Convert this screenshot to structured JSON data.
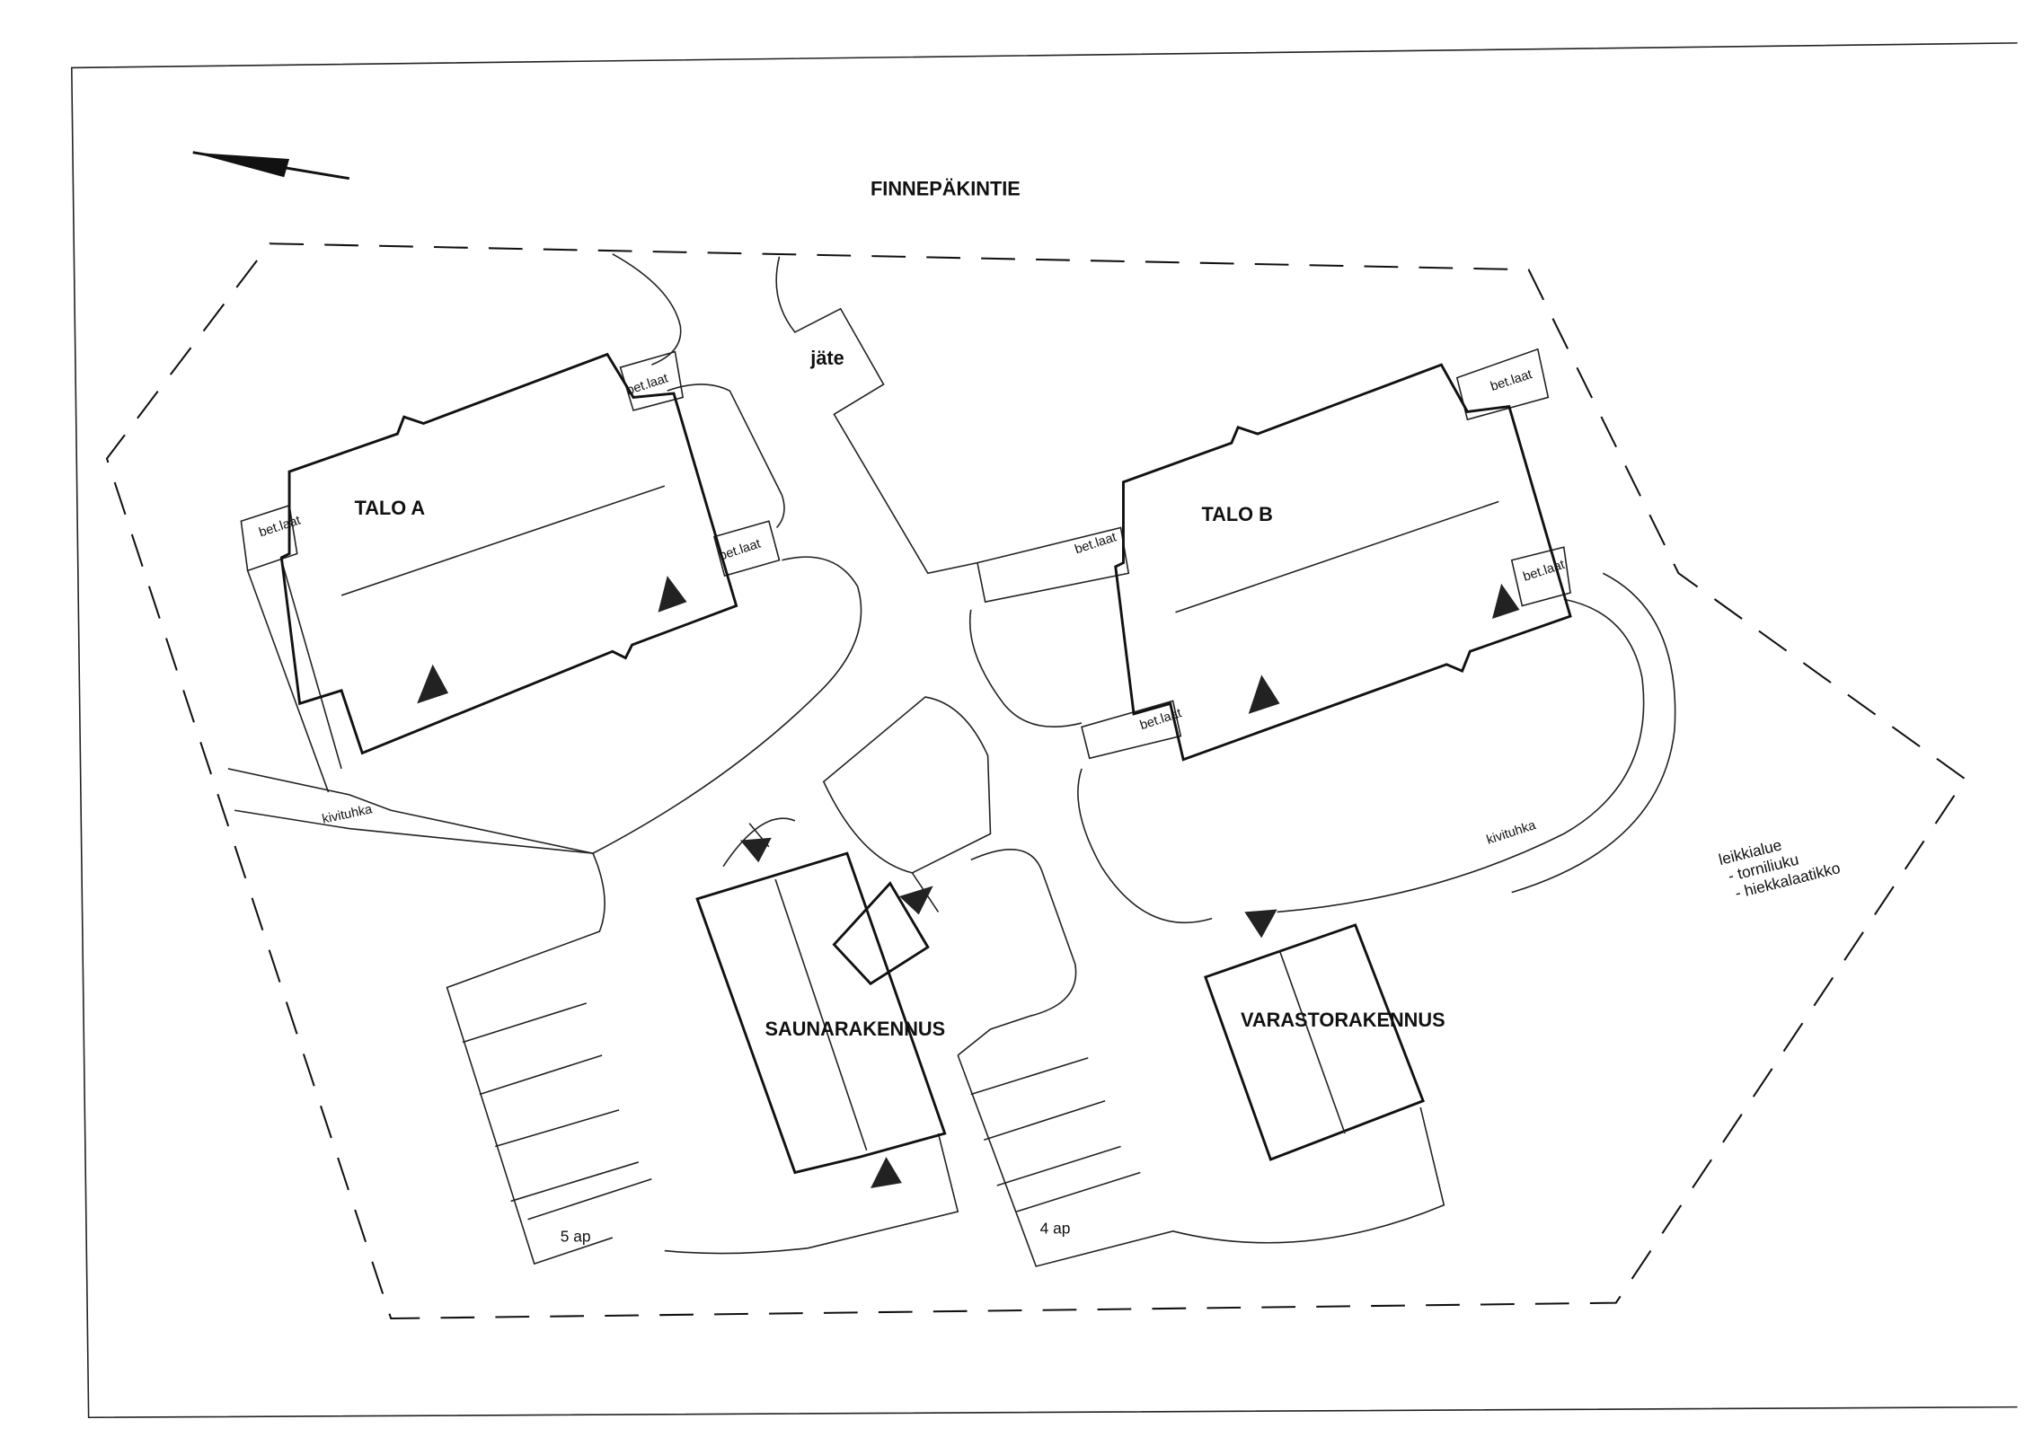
{
  "road_name": "FINNEPÄKINTIE",
  "buildings": {
    "talo_a": "TALO A",
    "talo_b": "TALO B",
    "sauna": "SAUNARAKENNUS",
    "varasto": "VARASTORAKENNUS"
  },
  "waste": "jäte",
  "paving_label": "bet.laat",
  "gravel_label": "kivituhka",
  "parking": {
    "left": "5 ap",
    "right": "4 ap"
  },
  "playground": {
    "title": "leikkialue",
    "items": [
      "- torniliuku",
      "- hiekkalaatikko"
    ]
  },
  "icons": {
    "north": "north-arrow-icon",
    "entrance": "entrance-triangle-icon"
  }
}
